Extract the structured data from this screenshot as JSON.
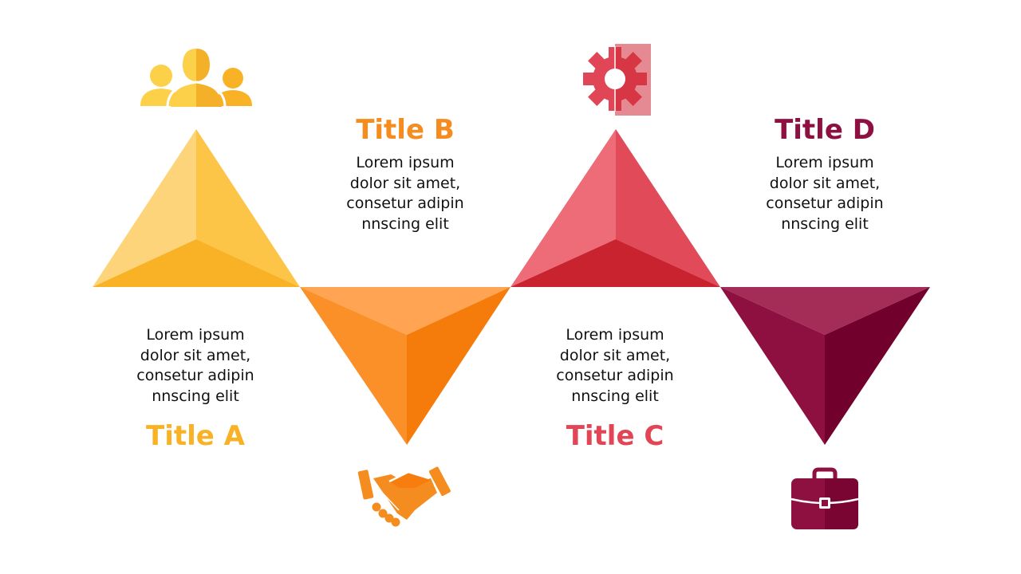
{
  "steps": [
    {
      "title": "Title A",
      "color": "#F9B225",
      "icon": "people-icon",
      "lines": [
        "Lorem ipsum",
        "dolor sit amet,",
        "consetur adipin",
        "nnscing elit"
      ]
    },
    {
      "title": "Title B",
      "color": "#F58C1F",
      "icon": "handshake-icon",
      "lines": [
        "Lorem ipsum",
        "dolor sit amet,",
        "consetur adipin",
        "nnscing elit"
      ]
    },
    {
      "title": "Title C",
      "color": "#E04655",
      "icon": "gear-icon",
      "lines": [
        "Lorem ipsum",
        "dolor sit amet,",
        "consetur adipin",
        "nnscing elit"
      ]
    },
    {
      "title": "Title D",
      "color": "#8E1040",
      "icon": "briefcase-icon",
      "lines": [
        "Lorem ipsum",
        "dolor sit amet,",
        "consetur adipin",
        "nnscing elit"
      ]
    }
  ]
}
